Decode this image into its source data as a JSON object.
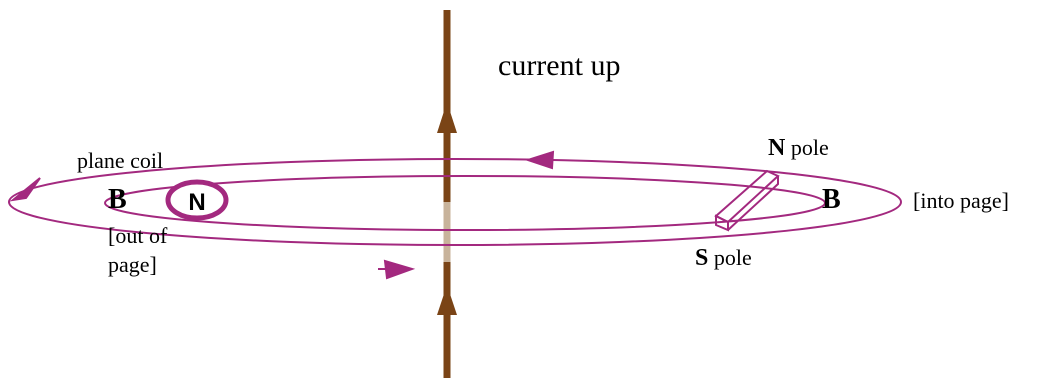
{
  "labels": {
    "current": "current up",
    "plane_coil": "plane coil",
    "b_left": "B",
    "out_of_page_1": "[out of",
    "out_of_page_2": "page]",
    "compass_n": "N",
    "n_pole_letter": "N",
    "n_pole_word": " pole",
    "s_pole_letter": "S",
    "s_pole_word": " pole",
    "b_right": "B",
    "into_page": "[into page]"
  },
  "colors": {
    "wire": "#7a4416",
    "wire_through_plane": "#c8b39b",
    "field_lines": "#a3297f",
    "text": "#000000"
  }
}
